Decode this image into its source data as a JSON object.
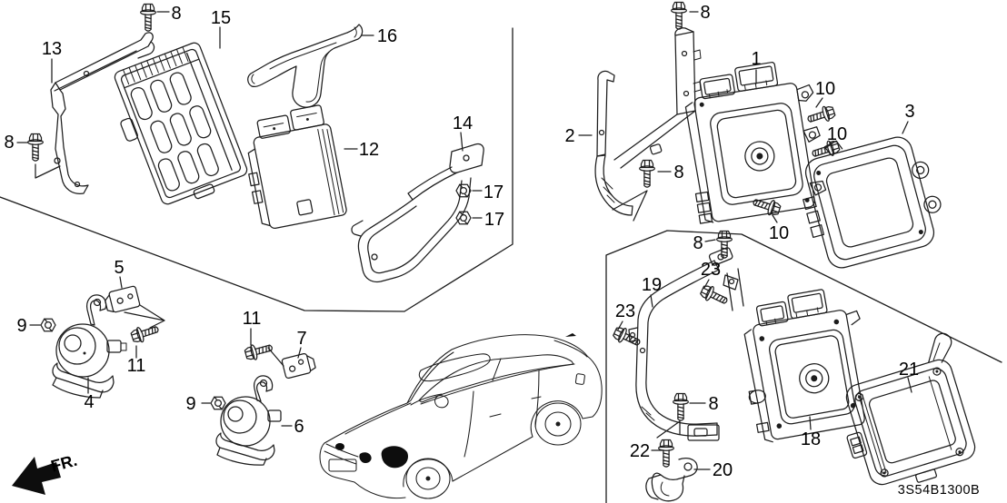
{
  "diagram": {
    "code": "3S54B1300B",
    "background_color": "#ffffff",
    "line_color": "#1c1c1c"
  },
  "fr_indicator": {
    "label": "FR."
  },
  "callouts": {
    "c8a": "8",
    "c13": "13",
    "c15": "15",
    "c16": "16",
    "c8b": "8",
    "c12": "12",
    "c14": "14",
    "c17a": "17",
    "c17b": "17",
    "c5": "5",
    "c9a": "9",
    "c11a": "11",
    "c4": "4",
    "c11b": "11",
    "c7": "7",
    "c9b": "9",
    "c6": "6",
    "c8c": "8",
    "c2": "2",
    "c1": "1",
    "c10a": "10",
    "c10b": "10",
    "c8d": "8",
    "c3": "3",
    "c10c": "10",
    "c8e": "8",
    "c23a": "23",
    "c19": "19",
    "c23b": "23",
    "c8f": "8",
    "c18": "18",
    "c22": "22",
    "c20": "20",
    "c21": "21"
  }
}
